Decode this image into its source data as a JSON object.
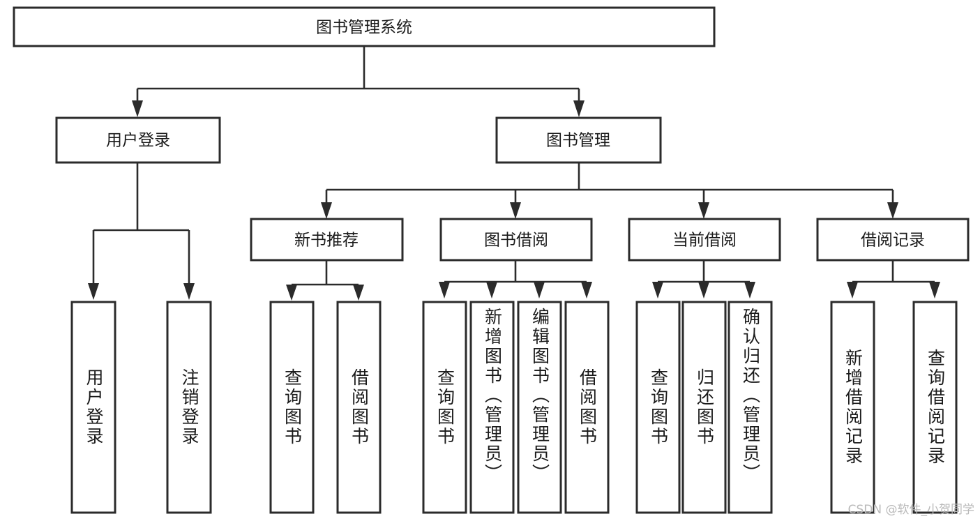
{
  "diagram": {
    "type": "tree",
    "title": "图书管理系统",
    "colors": {
      "box_stroke": "#2b2b2b",
      "box_fill": "#ffffff",
      "line": "#2b2b2b",
      "text": "#1a1a1a",
      "watermark": "#b9b9b9",
      "background": "#ffffff"
    },
    "root": {
      "label": "图书管理系统"
    },
    "level2": [
      {
        "label": "用户登录"
      },
      {
        "label": "图书管理"
      }
    ],
    "level3": [
      {
        "label": "新书推荐"
      },
      {
        "label": "图书借阅"
      },
      {
        "label": "当前借阅"
      },
      {
        "label": "借阅记录"
      }
    ],
    "leaves": {
      "user_login": [
        {
          "label": "用户登录"
        },
        {
          "label": "注销登录"
        }
      ],
      "new_book_recommend": [
        {
          "label": "查询图书"
        },
        {
          "label": "借阅图书"
        }
      ],
      "book_borrow": [
        {
          "label": "查询图书"
        },
        {
          "label": "新增图书（管理员）"
        },
        {
          "label": "编辑图书（管理员）"
        },
        {
          "label": "借阅图书"
        }
      ],
      "current_borrow": [
        {
          "label": "查询图书"
        },
        {
          "label": "归还图书"
        },
        {
          "label": "确认归还（管理员）"
        }
      ],
      "borrow_record": [
        {
          "label": "新增借阅记录"
        },
        {
          "label": "查询借阅记录"
        }
      ]
    }
  },
  "watermark": {
    "text": "CSDN @软件_小贺同学"
  }
}
